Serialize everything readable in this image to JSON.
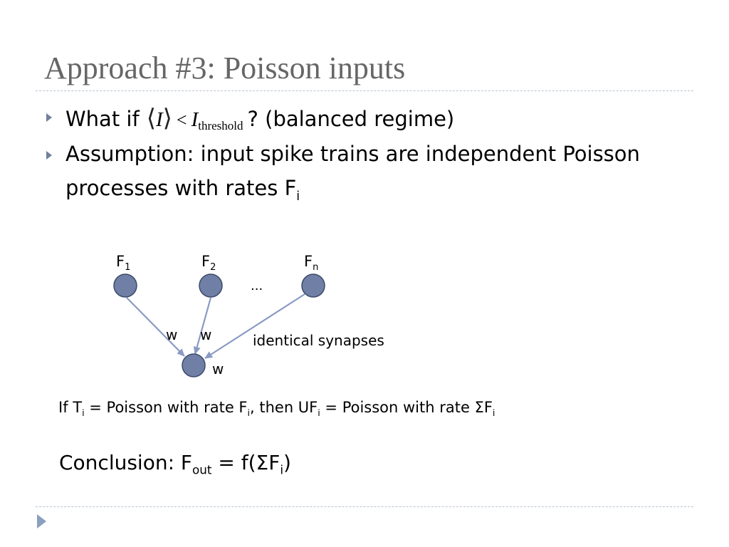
{
  "slide": {
    "title": "Approach #3: Poisson inputs"
  },
  "bullets": [
    {
      "text_before": "What if",
      "formula": {
        "left_bracket": "⟨",
        "var1": "I",
        "right_bracket": "⟩",
        "op": "<",
        "var2": "I",
        "sub": "threshold"
      },
      "text_after": "? (balanced regime)"
    },
    {
      "line1": "Assumption: input spike trains are independent Poisson",
      "line2": "processes with rates F",
      "line2_sub": "i"
    }
  ],
  "diagram": {
    "inputs": [
      {
        "label": "F",
        "sub": "1"
      },
      {
        "label": "F",
        "sub": "2"
      },
      {
        "label": "F",
        "sub": "n"
      }
    ],
    "ellipsis": "...",
    "weights": [
      "w",
      "w",
      "w"
    ],
    "synapse_note": "identical synapses",
    "node_fill": "#6f7fa5",
    "node_stroke": "#3d4a6b",
    "arrow_color": "#8a9ac4"
  },
  "statement": {
    "p1": "If T",
    "s1": "i",
    "p2": " = Poisson with rate F",
    "s2": "i",
    "p3": ", then UF",
    "s3": "i",
    "p4": " = Poisson with rate ΣF",
    "s4": "i"
  },
  "conclusion": {
    "p1": "Conclusion: F",
    "s1": "out",
    "p2": " = f(ΣF",
    "s2": "i",
    "p3": ")"
  },
  "colors": {
    "title": "#666666",
    "bullet_arrow": "#6f809a",
    "rule": "#b8c4d4",
    "nav_arrow": "#8aa0be"
  }
}
